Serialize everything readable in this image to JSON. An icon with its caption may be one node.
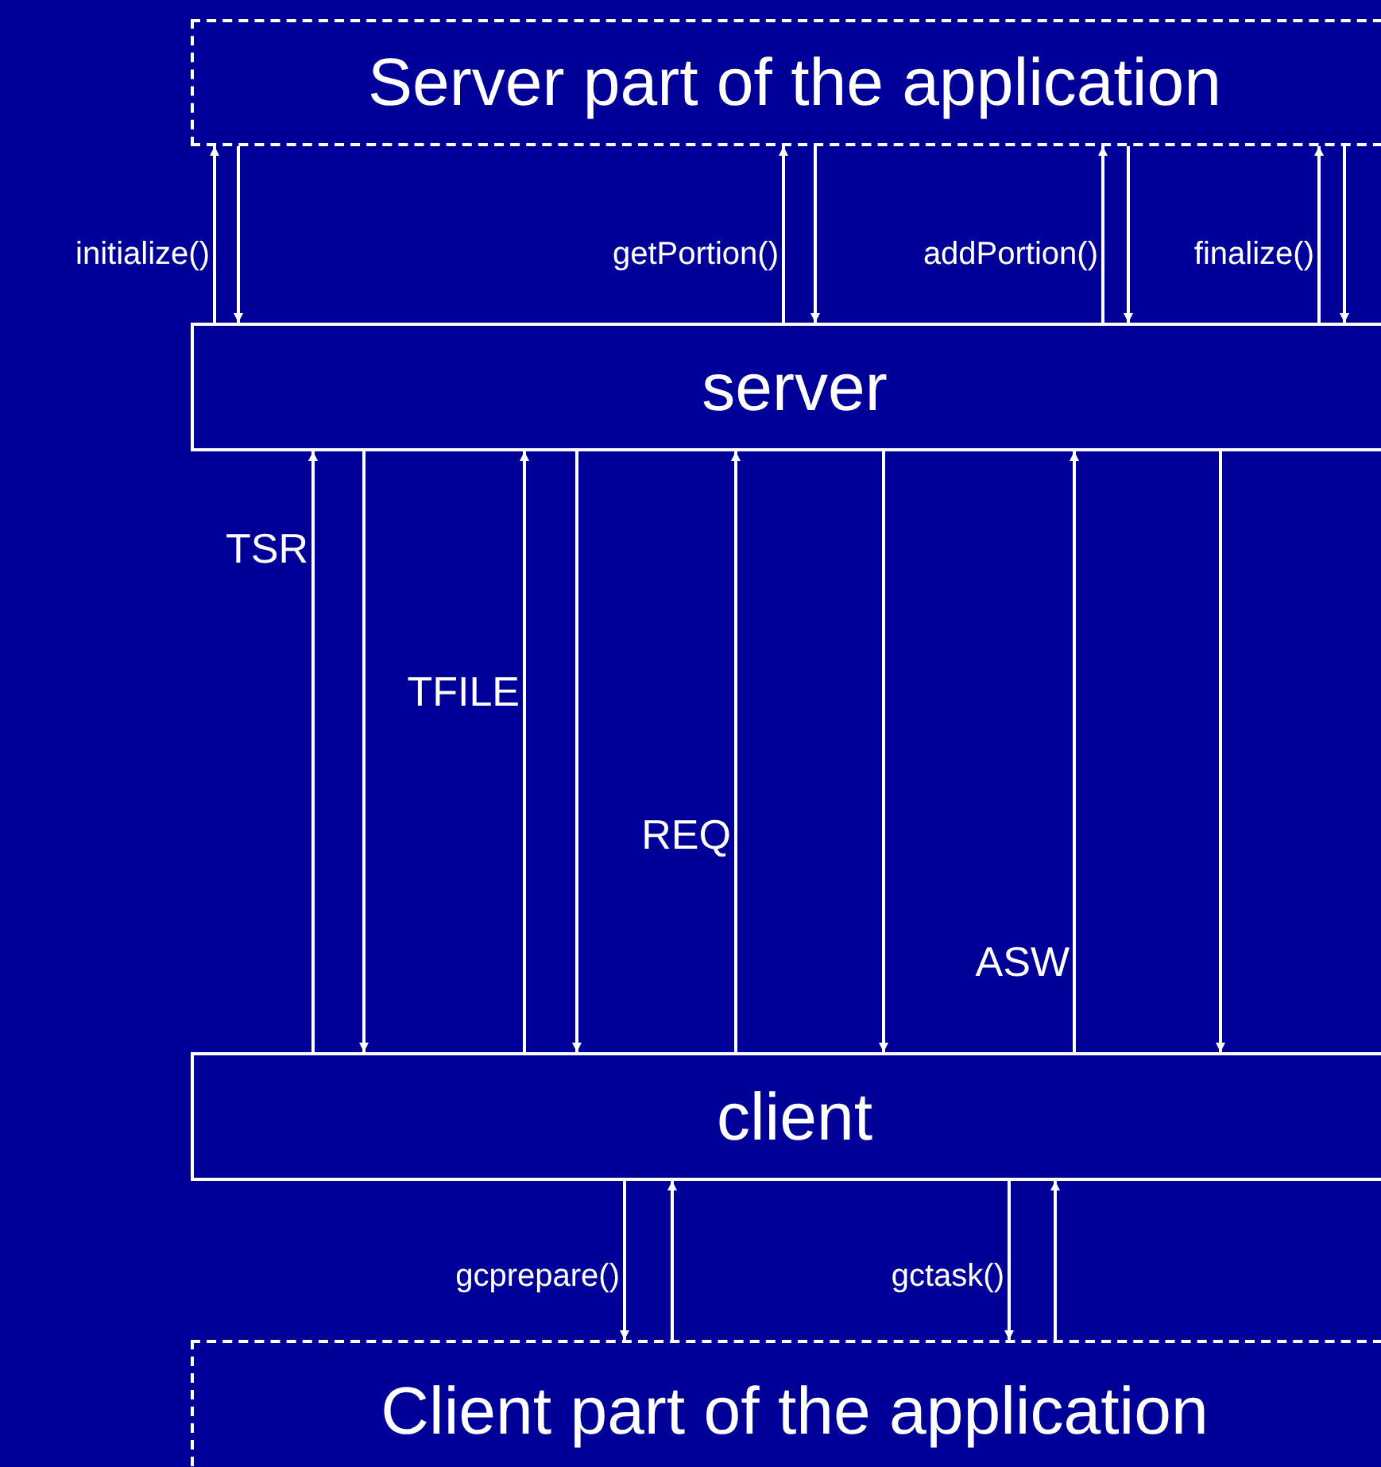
{
  "diagram": {
    "nodes": [
      {
        "text": [
          "Server part of the application"
        ]
      },
      {
        "text": [
          "server"
        ]
      },
      {
        "text": [
          "client"
        ]
      },
      {
        "text": [
          "Client part of the application"
        ]
      }
    ],
    "edges": [
      {
        "from": 1,
        "to": 0,
        "arrow": "to",
        "label": "initialize()"
      },
      {
        "from": 0,
        "to": 1,
        "arrow": "to"
      },
      {
        "from": 1,
        "to": 0,
        "arrow": "to",
        "label": "getPortion()"
      },
      {
        "from": 0,
        "to": 1,
        "arrow": "to"
      },
      {
        "from": 1,
        "to": 0,
        "arrow": "to",
        "label": "addPortion()"
      },
      {
        "from": 0,
        "to": 1,
        "arrow": "to"
      },
      {
        "from": 1,
        "to": 0,
        "arrow": "to",
        "label": "finalize()"
      },
      {
        "from": 0,
        "to": 1,
        "arrow": "to"
      },
      {
        "from": 2,
        "to": 1,
        "arrow": "to",
        "label": "TSR"
      },
      {
        "from": 1,
        "to": 2,
        "arrow": "to"
      },
      {
        "from": 2,
        "to": 1,
        "arrow": "to",
        "label": "TFILE"
      },
      {
        "from": 1,
        "to": 2,
        "arrow": "to"
      },
      {
        "from": 2,
        "to": 1,
        "arrow": "to",
        "label": "REQ"
      },
      {
        "from": 1,
        "to": 2,
        "arrow": "to"
      },
      {
        "from": 2,
        "to": 1,
        "arrow": "to",
        "label": "ASW"
      },
      {
        "from": 1,
        "to": 2,
        "arrow": "to"
      },
      {
        "from": 2,
        "to": 3,
        "arrow": "to",
        "label": "gcprepare()"
      },
      {
        "from": 3,
        "to": 2,
        "arrow": "to"
      },
      {
        "from": 2,
        "to": 3,
        "arrow": "to",
        "label": "gctask()"
      },
      {
        "from": 3,
        "to": 2,
        "arrow": "to"
      }
    ]
  }
}
